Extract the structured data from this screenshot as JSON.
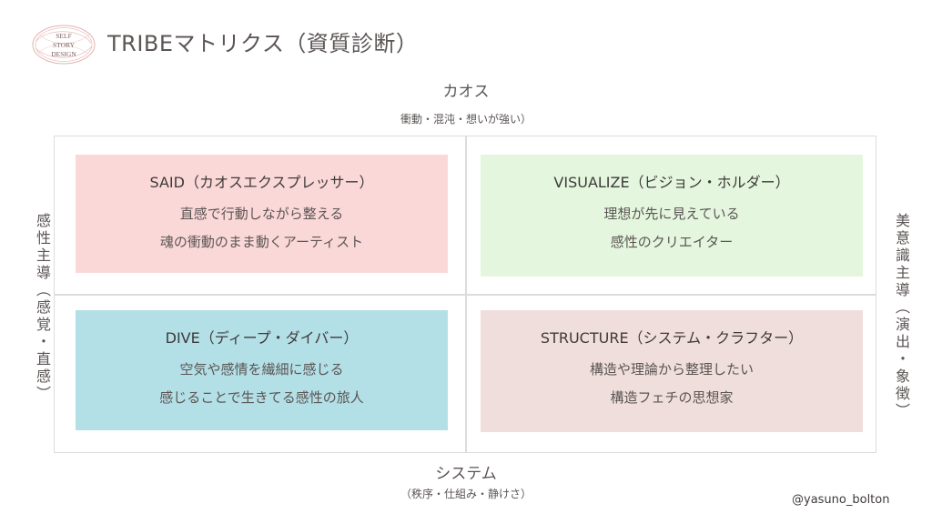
{
  "header": {
    "logo_text": "SELF STORY DESIGN",
    "title": "TRIBEマトリクス（資質診断）"
  },
  "axes": {
    "top": {
      "label": "カオス",
      "sub": "衝動・混沌・想いが強い）"
    },
    "bottom": {
      "label": "システム",
      "sub": "（秩序・仕組み・静けさ）"
    },
    "left": "感性主導（感覚・直感）",
    "right": "美意識主導（演出・象徴）"
  },
  "quadrants": {
    "said": {
      "title": "SAID（カオスエクスプレッサー）",
      "line1": "直感で行動しながら整える",
      "line2": "魂の衝動のまま動くアーティスト",
      "color": "#fbd8d8"
    },
    "visualize": {
      "title": "VISUALIZE（ビジョン・ホルダー）",
      "line1": "理想が先に見えている",
      "line2": "感性のクリエイター",
      "color": "#e4f7de"
    },
    "dive": {
      "title": "DIVE（ディープ・ダイバー）",
      "line1": "空気や感情を繊細に感じる",
      "line2": "感じることで生きてる感性の旅人",
      "color": "#b3dfe6"
    },
    "structure": {
      "title": "STRUCTURE（システム・クラフター）",
      "line1": "構造や理論から整理したい",
      "line2": "構造フェチの思想家",
      "color": "#efdedb"
    }
  },
  "credit": "@yasuno_bolton",
  "colors": {
    "text": "#5b5554",
    "frame": "#dcdcdc",
    "logo_accent": "#d9a6a6"
  }
}
